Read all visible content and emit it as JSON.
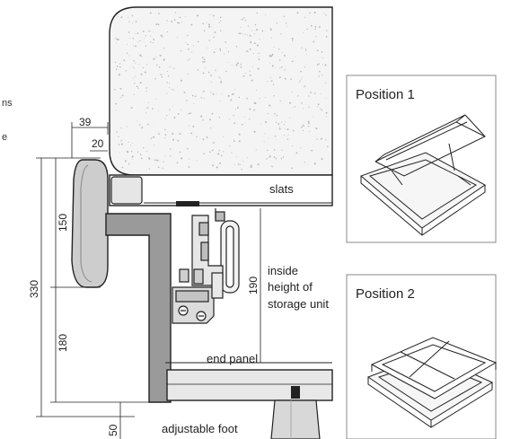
{
  "diagram": {
    "labels": {
      "slats": "slats",
      "inside_height": [
        "inside",
        "height of",
        "storage unit"
      ],
      "end_panel": "end panel",
      "adjustable_foot": "adjustable foot"
    },
    "dimensions": {
      "d39": "39",
      "d20": "20",
      "d150": "150",
      "d330": "330",
      "d180": "180",
      "d190": "190",
      "d50": "50"
    },
    "cut_off_fragments": [
      "ns",
      "e"
    ],
    "positions": [
      {
        "title": "Position 1"
      },
      {
        "title": "Position 2"
      }
    ],
    "colors": {
      "line": "#222222",
      "gray_part": "#9a9a9a",
      "light_gray": "#cfcfcf",
      "mattress_fill": "#f4f4f4",
      "speckle": "#b5b5b5"
    }
  }
}
